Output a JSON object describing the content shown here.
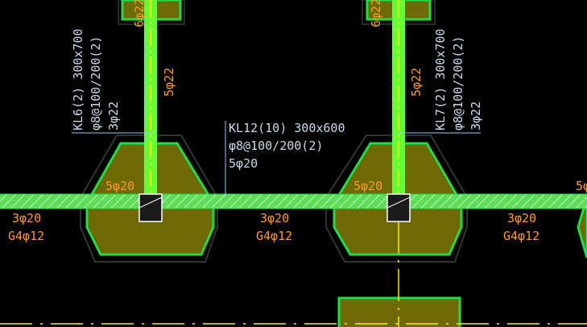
{
  "view": {
    "background": "#000000"
  },
  "colors": {
    "beam_fill": "#66ff33",
    "beam_edge": "#2bd94a",
    "hatch_band": "#6fe86a",
    "hatch_stripe": "#b8f7b3",
    "footing_fill": "#6e6a08",
    "footing_inner": "#1fdc4a",
    "footing_outer": "#2a2a2a",
    "column_edge": "#ffffff",
    "annotation_white": "#c9d8ea",
    "annotation_orange": "#ff9a1f",
    "axis_yellow": "#ffee00",
    "axis_dash": "#e6e6e6",
    "leader": "#9ac6ff"
  },
  "labels": {
    "beam_left": {
      "line1": "KL6(2) 300x700",
      "line2": "φ8@100/200(2)",
      "line3": "3φ22",
      "bars": "5φ22",
      "top_bars": "6φ22"
    },
    "beam_right": {
      "line1": "KL7(2) 300x700",
      "line2": "φ8@100/200(2)",
      "line3": "3φ22",
      "bars": "5φ22",
      "top_bars": "6φ22"
    },
    "beam_horizontal": {
      "line1": "KL12(10) 300x600",
      "line2": "φ8@100/200(2)",
      "line3": "5φ20"
    },
    "seg_top_1": "5φ20",
    "seg_top_2": "5φ20",
    "seg_top_3": "5φ",
    "seg_bottom_1": {
      "a": "3φ20",
      "b": "G4φ12"
    },
    "seg_bottom_2": {
      "a": "3φ20",
      "b": "G4φ12"
    },
    "seg_bottom_3": {
      "a": "3φ20",
      "b": "G4φ12"
    }
  }
}
